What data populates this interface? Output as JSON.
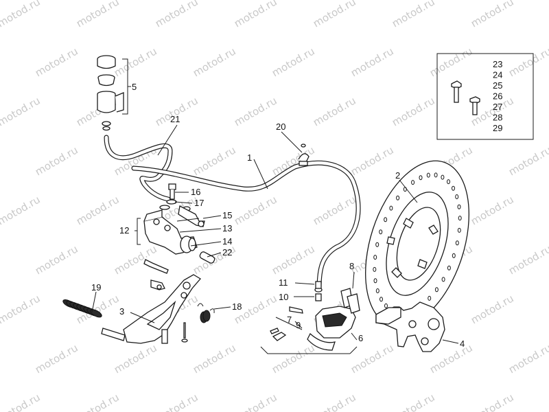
{
  "watermark": "motod.ru",
  "labels": {
    "p1": "1",
    "p2": "2",
    "p3": "3",
    "p4": "4",
    "p5": "5",
    "p6": "6",
    "p7": "7",
    "p8": "8",
    "p9": "9",
    "p10": "10",
    "p11": "11",
    "p12": "12",
    "p13": "13",
    "p14": "14",
    "p15": "15",
    "p16": "16",
    "p17": "17",
    "p18": "18",
    "p19": "19",
    "p20": "20",
    "p21": "21",
    "p22": "22"
  },
  "legend_box": [
    "23",
    "24",
    "25",
    "26",
    "27",
    "28",
    "29"
  ],
  "colors": {
    "line": "#1a1a1a",
    "watermark": "#c9c9c9",
    "background": "#ffffff"
  }
}
